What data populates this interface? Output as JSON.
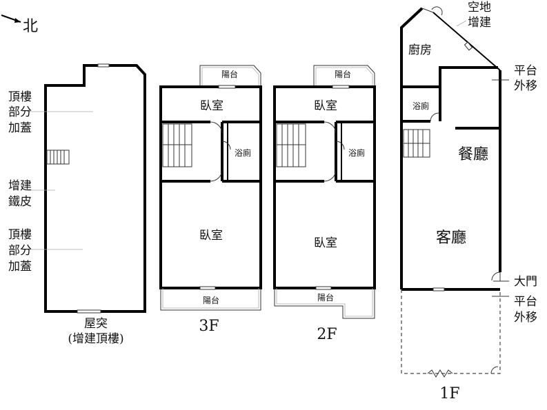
{
  "north": "北",
  "floors": {
    "roof": {
      "title": "屋突",
      "subtitle": "(增建頂樓)",
      "notes": [
        "頂樓",
        "部分",
        "加蓋",
        "增建",
        "鐵皮",
        "頂樓",
        "部分",
        "加蓋"
      ]
    },
    "f3": {
      "title": "3F",
      "balcony_top": "陽台",
      "bedroom_top": "臥室",
      "bath": "浴廁",
      "bedroom_main": "臥室",
      "balcony_bottom": "陽台"
    },
    "f2": {
      "title": "2F",
      "balcony_top": "陽台",
      "bedroom_top": "臥室",
      "bath": "浴廁",
      "bedroom_main": "臥室",
      "balcony_bottom": "陽台"
    },
    "f1": {
      "title": "1F",
      "open_space_1": "空地",
      "open_space_2": "增建",
      "kitchen": "廚房",
      "platform_top_1": "平台",
      "platform_top_2": "外移",
      "bath": "浴廁",
      "dining": "餐廳",
      "living": "客廳",
      "main_door": "大門",
      "platform_bottom_1": "平台",
      "platform_bottom_2": "外移"
    }
  }
}
